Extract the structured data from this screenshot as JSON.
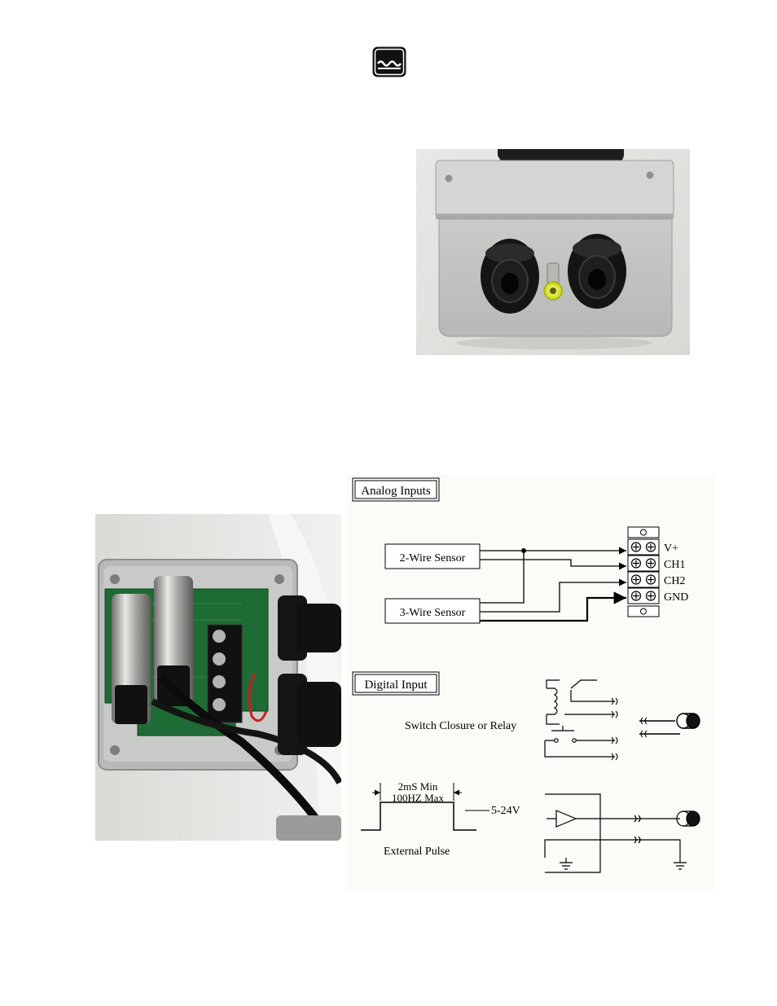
{
  "logo": {
    "icon": "water-waves-icon"
  },
  "photos": {
    "enclosure_exterior": {
      "icon": "enclosure-photo-exterior"
    },
    "enclosure_interior": {
      "icon": "enclosure-photo-interior"
    }
  },
  "analog_diagram": {
    "title": "Analog Inputs",
    "sensor_2wire": "2-Wire Sensor",
    "sensor_3wire": "3-Wire Sensor",
    "terminals": [
      "V+",
      "CH1",
      "CH2",
      "GND"
    ]
  },
  "digital_diagram": {
    "title": "Digital Input",
    "switch_label": "Switch Closure or Relay",
    "pulse_timing_line1": "2mS Min",
    "pulse_timing_line2": "100HZ Max",
    "pulse_voltage": "5-24V",
    "pulse_label": "External Pulse"
  }
}
